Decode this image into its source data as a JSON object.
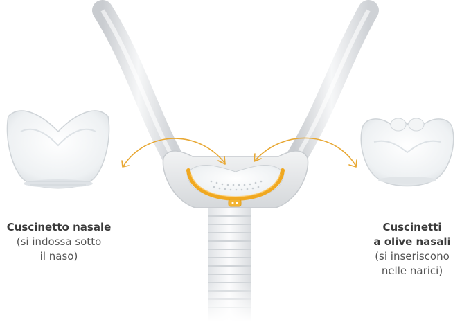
{
  "captions": {
    "left": {
      "title": "Cuscinetto nasale",
      "line1": "(si indossa sotto",
      "line2": "il naso)"
    },
    "right": {
      "title1": "Cuscinetti",
      "title2": "a olive nasali",
      "line1": "(si inseriscono",
      "line2": "nelle narici)"
    }
  },
  "colors": {
    "accent": "#f0a820",
    "arrow": "#e8a834",
    "tube": "#e8eaec",
    "cushion": "#eef1f3"
  }
}
